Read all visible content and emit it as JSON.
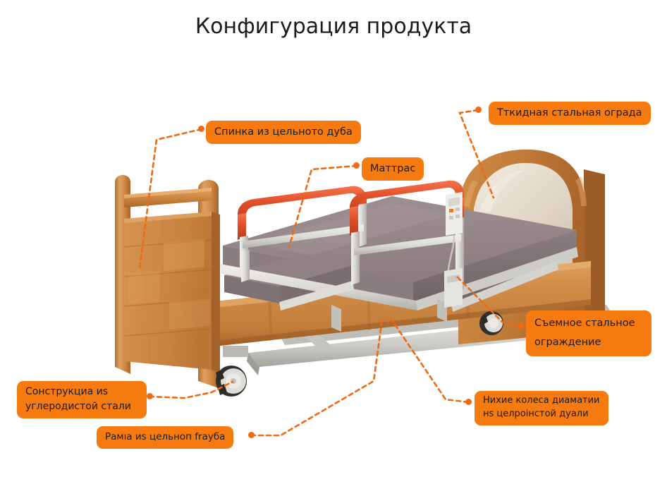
{
  "page": {
    "title": "Конфигурация продукта",
    "background_color": "#ffffff",
    "accent_color": "#F57A10",
    "text_color": "#1c1c1c"
  },
  "callouts": [
    {
      "id": "fold-steel-rail",
      "label": "Тткидная стальная ограда",
      "position": "top-right",
      "anchor": "headboard-upholstery"
    },
    {
      "id": "solid-oak-backrest",
      "label": "Спинка из цельното дуба",
      "position": "top-left",
      "anchor": "footboard-panel"
    },
    {
      "id": "mattress",
      "label": "Маттрас",
      "position": "top-center",
      "anchor": "mattress-surface"
    },
    {
      "id": "removable-steel-rail",
      "label_line1": "Съемное стальное",
      "label_line2": "ограждение",
      "position": "right-middle",
      "anchor": "side-rail-mount"
    },
    {
      "id": "lower-wheels",
      "label_line1": "Нихие колеса диаматии",
      "label_line2": "нs целроінстой дуали",
      "position": "bottom-right",
      "anchor": "base-frame"
    },
    {
      "id": "carbon-steel-construction",
      "label_line1": "Сонструкциа иs",
      "label_line2": "углеродистой стали",
      "position": "bottom-left",
      "anchor": "caster-wheel"
    },
    {
      "id": "solid-wood-frame",
      "label": "Рамıа иs цельноп frayба",
      "position": "bottom-left-lower",
      "anchor": "wood-side-rail"
    }
  ],
  "illustration": {
    "name": "adjustable-nursing-bed",
    "parts": {
      "wood_light": "#d89250",
      "wood_mid": "#c9813f",
      "wood_dark": "#a9642c",
      "wood_shadow": "#8d5222",
      "mattress": "#978a8c",
      "mattress_dark": "#7e7173",
      "metal_light": "#e6e5e1",
      "metal_mid": "#c9c8c3",
      "metal_dark": "#9a9995",
      "rail_orange": "#e1512a",
      "upholstery": "#ded3c4"
    }
  }
}
